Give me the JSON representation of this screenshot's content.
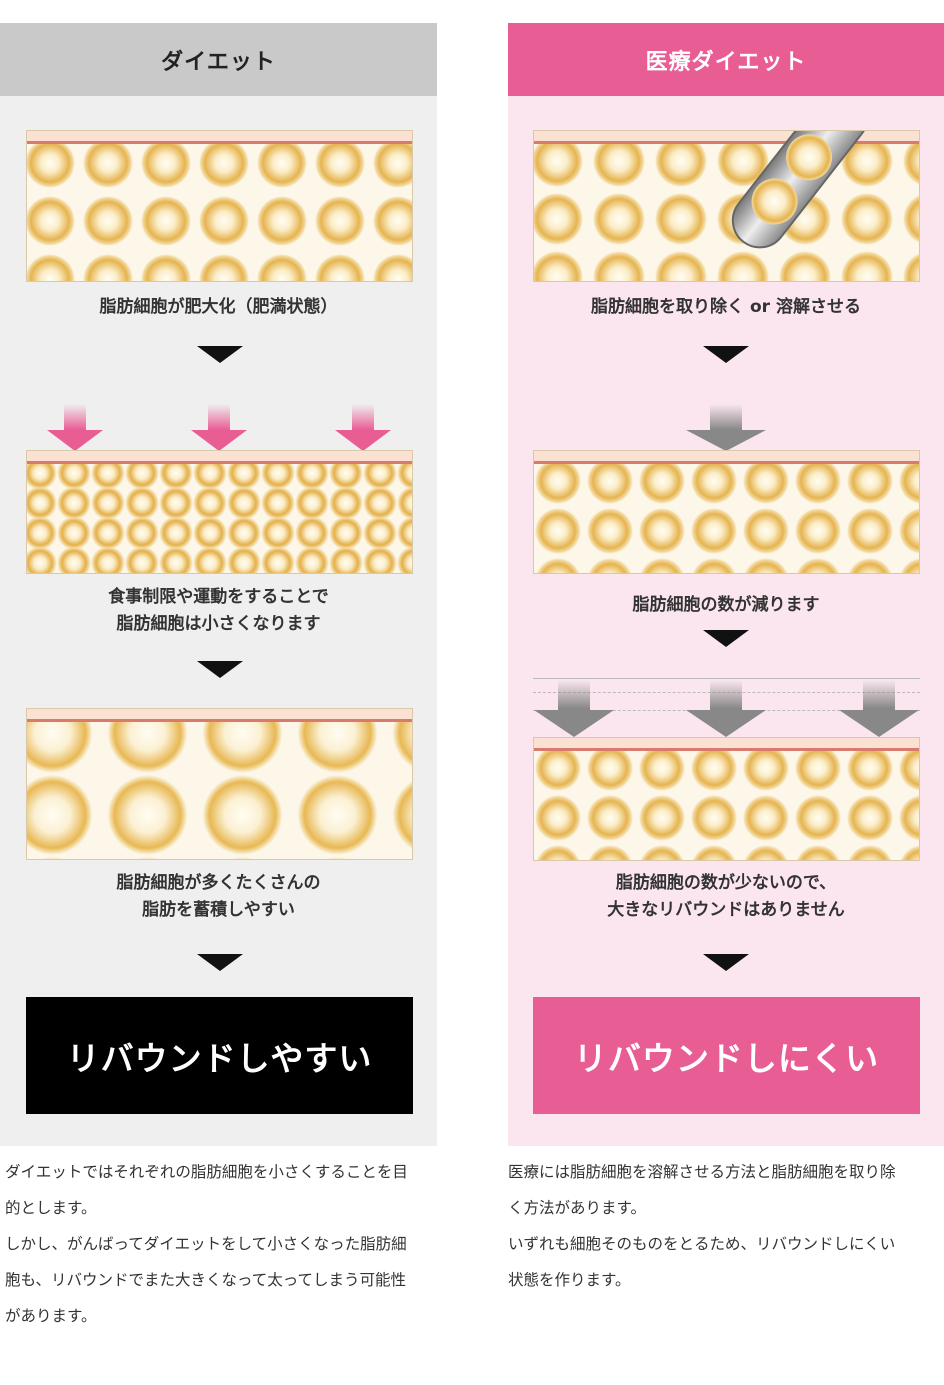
{
  "left": {
    "header": "ダイエット",
    "caption1": "脂肪細胞が肥大化（肥満状態）",
    "caption2_line1": "食事制限や運動をすることで",
    "caption2_line2": "脂肪細胞は小さくなります",
    "caption3_line1": "脂肪細胞が多くたくさんの",
    "caption3_line2": "脂肪を蓄積しやすい",
    "result": "リバウンドしやすい",
    "note_line1": "ダイエットではそれぞれの脂肪細胞を小さくすることを目",
    "note_line2": "的とします。",
    "note_line3": "しかし、がんばってダイエットをして小さくなった脂肪細",
    "note_line4": "胞も、リバウンドでまた大きくなって太ってしまう可能性",
    "note_line5": "があります。"
  },
  "right": {
    "header": "医療ダイエット",
    "caption1": "脂肪細胞を取り除く or 溶解させる",
    "caption2": "脂肪細胞の数が減ります",
    "caption3_line1": "脂肪細胞の数が少ないので、",
    "caption3_line2": "大きなリバウンドはありません",
    "result": "リバウンドしにくい",
    "note_line1": "医療には脂肪細胞を溶解させる方法と脂肪細胞を取り除",
    "note_line2": "く方法があります。",
    "note_line3": "いずれも細胞そのものをとるため、リバウンドしにくい",
    "note_line4": "状態を作ります。"
  },
  "colors": {
    "pink": "#e95d95",
    "pink_bg": "#fbe6ef",
    "gray_header": "#c9c9c9",
    "gray_bg": "#efefef",
    "black": "#000000"
  }
}
